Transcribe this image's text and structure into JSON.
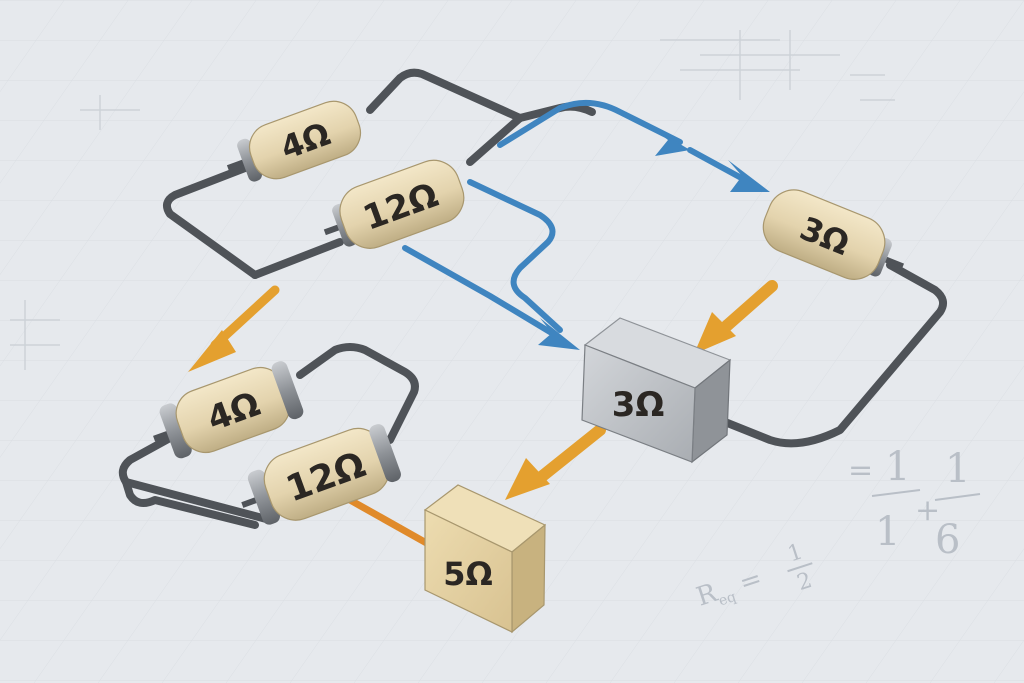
{
  "diagram": {
    "resistors": [
      {
        "id": "r-top-4",
        "label": "4Ω"
      },
      {
        "id": "r-top-12",
        "label": "12Ω"
      },
      {
        "id": "r-right-3",
        "label": "3Ω"
      },
      {
        "id": "r-bottom-4",
        "label": "4Ω"
      },
      {
        "id": "r-bottom-12",
        "label": "12Ω"
      }
    ],
    "blocks": [
      {
        "id": "block-3",
        "label": "3Ω"
      },
      {
        "id": "block-5",
        "label": "5Ω"
      }
    ],
    "background_notes": {
      "fraction_line": "= 1/1 + 1/6",
      "fraction_one": "1",
      "fraction_plus": "+",
      "fraction_six": "6",
      "req_line": "R_eq = 1/2"
    },
    "colors": {
      "background": "#e6e9ed",
      "wire": "#4f5358",
      "resistor_body": "#e3d3ad",
      "resistor_cap": "#8e9297",
      "block_3": "#bcc0c5",
      "block_5": "#e2cfa0",
      "arrow_blue": "#3f85c0",
      "arrow_orange": "#e4a02f"
    }
  }
}
